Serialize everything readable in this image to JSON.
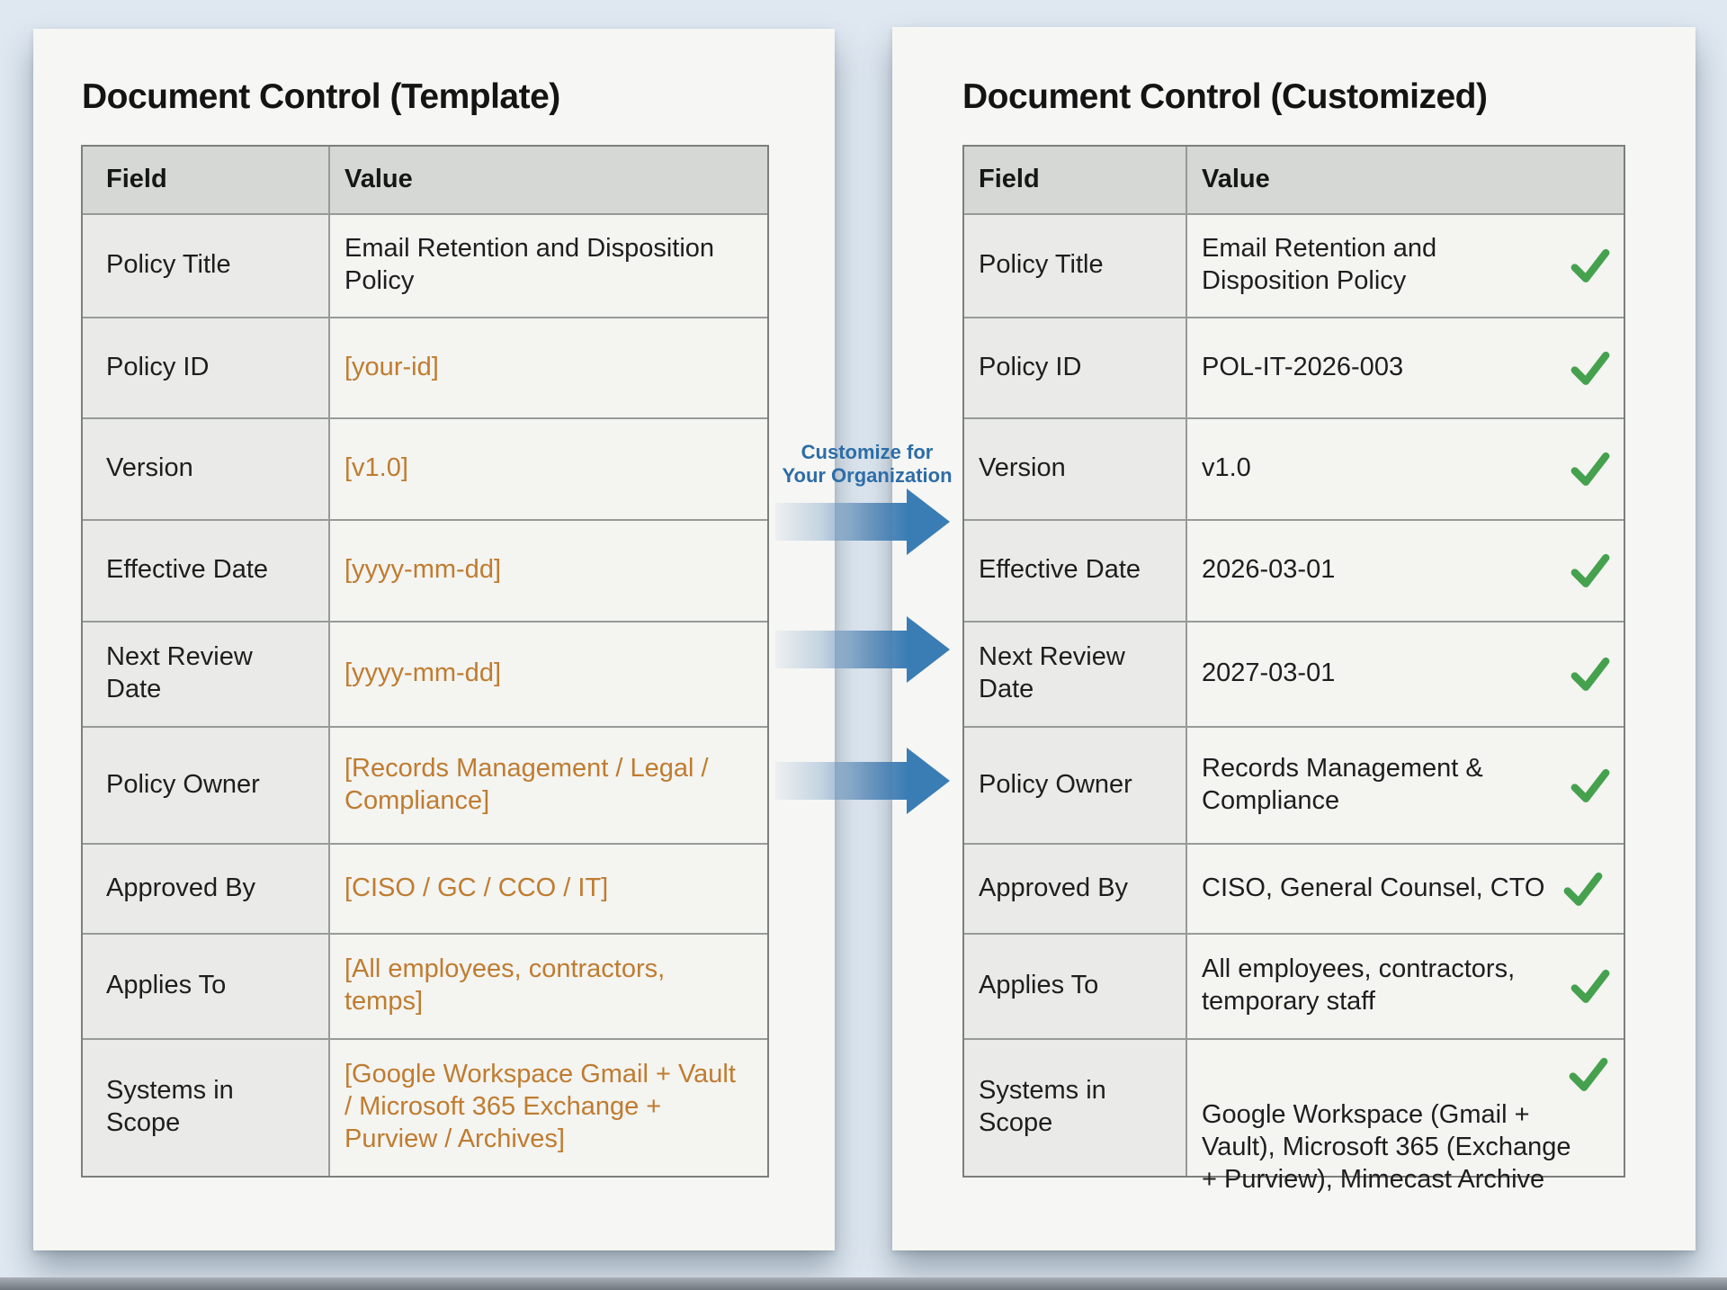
{
  "page": {
    "background": "#dfe8f1"
  },
  "left_panel": {
    "title": "Document Control (Template)",
    "table": {
      "headers": {
        "field": "Field",
        "value": "Value"
      },
      "rows": [
        {
          "field": "Policy Title",
          "value": "Email Retention and Disposition Policy",
          "placeholder": false
        },
        {
          "field": "Policy ID",
          "value": "[your-id]",
          "placeholder": true
        },
        {
          "field": "Version",
          "value": "[v1.0]",
          "placeholder": true
        },
        {
          "field": "Effective Date",
          "value": "[yyyy-mm-dd]",
          "placeholder": true
        },
        {
          "field": "Next Review Date",
          "value": "[yyyy-mm-dd]",
          "placeholder": true
        },
        {
          "field": "Policy Owner",
          "value": "[Records Management / Legal / Compliance]",
          "placeholder": true
        },
        {
          "field": "Approved By",
          "value": "[CISO / GC / CCO / IT]",
          "placeholder": true
        },
        {
          "field": "Applies To",
          "value": "[All employees, contractors, temps]",
          "placeholder": true
        },
        {
          "field": "Systems in Scope",
          "value": "[Google Workspace Gmail + Vault / Microsoft 365 Exchange + Purview / Archives]",
          "placeholder": true
        }
      ]
    }
  },
  "connector": {
    "label_line1": "Customize for",
    "label_line2": "Your Organization"
  },
  "right_panel": {
    "title": "Document Control (Customized)",
    "table": {
      "headers": {
        "field": "Field",
        "value": "Value"
      },
      "rows": [
        {
          "field": "Policy Title",
          "value": "Email Retention and Disposition Policy",
          "check": "right"
        },
        {
          "field": "Policy ID",
          "value": "POL-IT-2026-003",
          "check": "right"
        },
        {
          "field": "Version",
          "value": "v1.0",
          "check": "right"
        },
        {
          "field": "Effective Date",
          "value": "2026-03-01",
          "check": "right"
        },
        {
          "field": "Next Review Date",
          "value": "2027-03-01",
          "check": "right"
        },
        {
          "field": "Policy Owner",
          "value": "Records Management & Compliance",
          "check": "right"
        },
        {
          "field": "Approved By",
          "value": "CISO, General Counsel, CTO",
          "check": "inline"
        },
        {
          "field": "Applies To",
          "value": "All employees, contractors, temporary staff",
          "check": "right"
        },
        {
          "field": "Systems in Scope",
          "value": "Google Workspace (Gmail + Vault), Microsoft 365 (Exchange + Purview), Mimecast Archive",
          "check": "float"
        }
      ]
    }
  },
  "colors": {
    "placeholder_text": "#bf7c30",
    "check_green": "#45a14e",
    "arrow_blue": "#3a7db5",
    "label_blue": "#2d6da7"
  }
}
